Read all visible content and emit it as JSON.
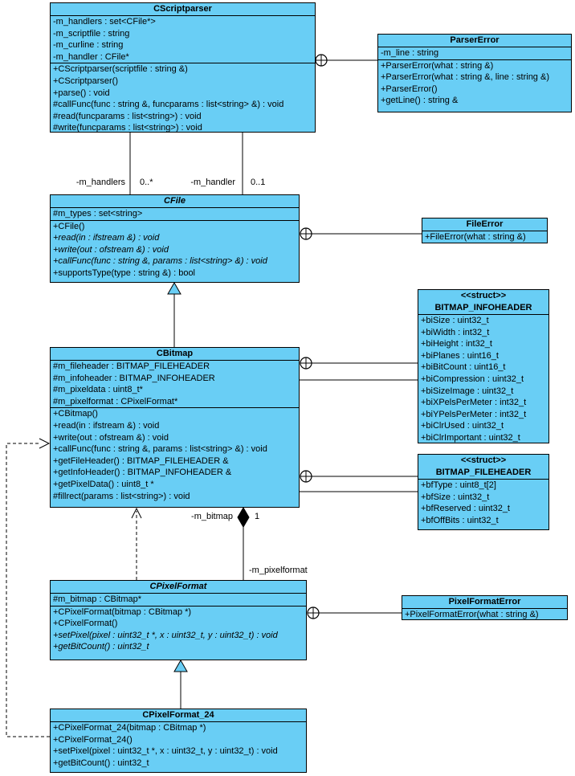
{
  "colors": {
    "class_fill": "#69CEF5",
    "border": "#000000",
    "background": "#FFFFFF"
  },
  "classes": {
    "cscriptparser": {
      "name": "CScriptparser",
      "attributes": [
        "-m_handlers : set<CFile*>",
        "-m_scriptfile : string",
        "-m_curline : string",
        "-m_handler : CFile*"
      ],
      "methods": [
        "+CScriptparser(scriptfile : string &)",
        "+CScriptparser()",
        "+parse() : void",
        "#callFunc(func : string &, funcparams : list<string> &) : void",
        "#read(funcparams : list<string>) : void",
        "#write(funcparams : list<string>) : void"
      ]
    },
    "parsererror": {
      "name": "ParserError",
      "attributes": [
        "-m_line : string"
      ],
      "methods": [
        "+ParserError(what : string &)",
        "+ParserError(what : string &, line : string &)",
        "+ParserError()",
        "+getLine() : string &"
      ]
    },
    "cfile": {
      "name": "CFile",
      "attributes": [
        "#m_types : set<string>"
      ],
      "methods": [
        "+CFile()",
        "+read(in : ifstream &) : void",
        "+write(out : ofstream &) : void",
        "+callFunc(func : string &, params : list<string> &) : void",
        "+supportsType(type : string &) : bool"
      ]
    },
    "fileerror": {
      "name": "FileError",
      "methods": [
        "+FileError(what : string &)"
      ]
    },
    "cbitmap": {
      "name": "CBitmap",
      "attributes": [
        "#m_fileheader : BITMAP_FILEHEADER",
        "#m_infoheader : BITMAP_INFOHEADER",
        "#m_pixeldata : uint8_t*",
        "#m_pixelformat : CPixelFormat*"
      ],
      "methods": [
        "+CBitmap()",
        "+read(in : ifstream &) : void",
        "+write(out : ofstream &) : void",
        "+callFunc(func : string &, params : list<string> &) : void",
        "+getFileHeader() : BITMAP_FILEHEADER &",
        "+getInfoHeader() : BITMAP_INFOHEADER &",
        "+getPixelData() : uint8_t *",
        "#fillrect(params : list<string>) : void"
      ]
    },
    "bitmap_infoheader": {
      "stereotype": "<<struct>>",
      "name": "BITMAP_INFOHEADER",
      "attributes": [
        "+biSize : uint32_t",
        "+biWidth : int32_t",
        "+biHeight : int32_t",
        "+biPlanes : uint16_t",
        "+biBitCount : uint16_t",
        "+biCompression : uint32_t",
        "+biSizeImage : uint32_t",
        "+biXPelsPerMeter : int32_t",
        "+biYPelsPerMeter : int32_t",
        "+biClrUsed : uint32_t",
        "+biClrImportant : uint32_t"
      ]
    },
    "bitmap_fileheader": {
      "stereotype": "<<struct>>",
      "name": "BITMAP_FILEHEADER",
      "attributes": [
        "+bfType : uint8_t[2]",
        "+bfSize : uint32_t",
        "+bfReserved : uint32_t",
        "+bfOffBits : uint32_t"
      ]
    },
    "cpixelformat": {
      "name": "CPixelFormat",
      "attributes": [
        "#m_bitmap : CBitmap*"
      ],
      "methods": [
        "+CPixelFormat(bitmap : CBitmap *)",
        "+CPixelFormat()",
        "+setPixel(pixel : uint32_t *, x : uint32_t, y : uint32_t) : void",
        "+getBitCount() : uint32_t"
      ]
    },
    "pixelformaterror": {
      "name": "PixelFormatError",
      "methods": [
        "+PixelFormatError(what : string &)"
      ]
    },
    "cpixelformat24": {
      "name": "CPixelFormat_24",
      "methods": [
        "+CPixelFormat_24(bitmap : CBitmap *)",
        "+CPixelFormat_24()",
        "+setPixel(pixel : uint32_t *, x : uint32_t, y : uint32_t) : void",
        "+getBitCount() : uint32_t"
      ]
    }
  },
  "edge_labels": {
    "m_handlers_role": "-m_handlers",
    "m_handlers_mult": "0..*",
    "m_handler_role": "-m_handler",
    "m_handler_mult": "0..1",
    "m_bitmap_role": "-m_bitmap",
    "m_bitmap_mult": "1",
    "m_pixelformat_role": "-m_pixelformat"
  }
}
